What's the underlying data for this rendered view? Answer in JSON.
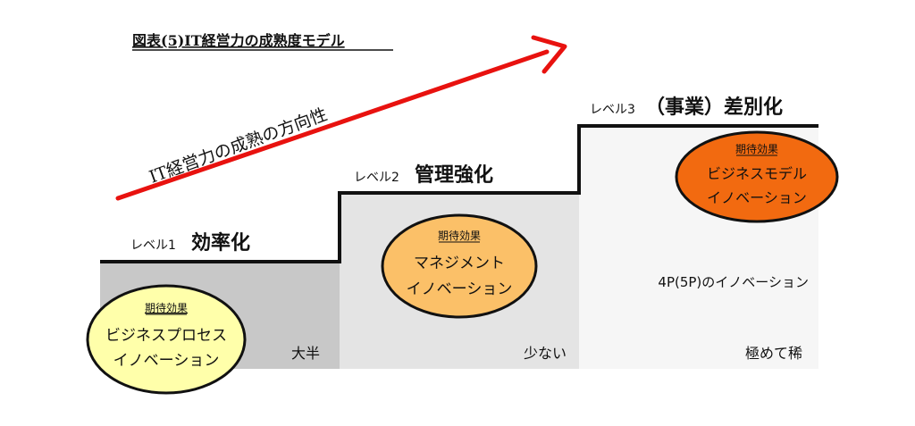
{
  "title": "図表(5)IT経営力の成熟度モデル",
  "arrow": {
    "label": "IT経営力の成熟の方向性",
    "color": "#e8120f"
  },
  "levels": [
    {
      "prefix": "レベル1",
      "name": "効率化",
      "effect_heading": "期待効果",
      "effect_line1": "ビジネスプロセス",
      "effect_line2": "イノベーション",
      "frequency": "大半",
      "region_color": "#c8c8c8",
      "ellipse_color": "#ffffaa"
    },
    {
      "prefix": "レベル2",
      "name": "管理強化",
      "effect_heading": "期待効果",
      "effect_line1": "マネジメント",
      "effect_line2": "イノベーション",
      "frequency": "少ない",
      "region_color": "#e4e4e4",
      "ellipse_color": "#fbc068"
    },
    {
      "prefix": "レベル3",
      "name": "（事業）差別化",
      "effect_heading": "期待効果",
      "effect_line1": "ビジネスモデル",
      "effect_line2": "イノベーション",
      "frequency": "極めて稀",
      "note": "4P(5P)のイノベーション",
      "region_color": "#f6f6f6",
      "ellipse_color": "#f26a10"
    }
  ]
}
